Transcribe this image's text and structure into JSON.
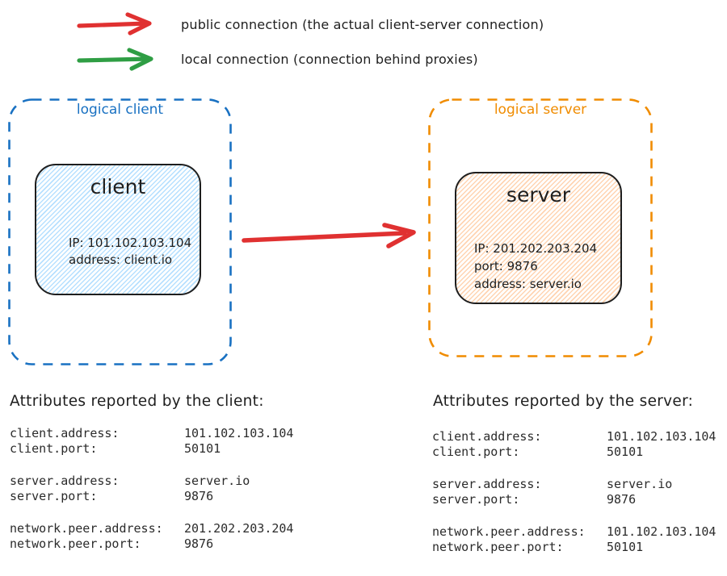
{
  "legend": {
    "items": [
      {
        "label": "public connection (the actual client-server connection)",
        "arrow_color": "#e03131"
      },
      {
        "label": "local connection (connection behind proxies)",
        "arrow_color": "#2f9e44"
      }
    ]
  },
  "diagram": {
    "logical_client": {
      "label": "logical client",
      "border_color": "#1971c2",
      "node": {
        "title": "client",
        "fill_color": "#a5d8ff",
        "lines": {
          "0": "IP: 101.102.103.104",
          "1": "address: client.io"
        }
      }
    },
    "logical_server": {
      "label": "logical server",
      "border_color": "#f08c00",
      "node": {
        "title": "server",
        "fill_color": "#ffd8a8",
        "lines": {
          "0": "IP: 201.202.203.204",
          "1": "port: 9876",
          "2": "address: server.io"
        }
      }
    },
    "connection": {
      "type": "public",
      "arrow_color": "#e03131"
    }
  },
  "attributes_client": {
    "heading": "Attributes reported by the client:",
    "groups": [
      {
        "rows": [
          {
            "label": "client.address:",
            "value": "101.102.103.104"
          },
          {
            "label": "client.port:",
            "value": "50101"
          }
        ]
      },
      {
        "rows": [
          {
            "label": "server.address:",
            "value": "server.io"
          },
          {
            "label": "server.port:",
            "value": "9876"
          }
        ]
      },
      {
        "rows": [
          {
            "label": "network.peer.address:",
            "value": "201.202.203.204"
          },
          {
            "label": "network.peer.port:",
            "value": "9876"
          }
        ]
      }
    ]
  },
  "attributes_server": {
    "heading": "Attributes reported by the server:",
    "groups": [
      {
        "rows": [
          {
            "label": "client.address:",
            "value": "101.102.103.104"
          },
          {
            "label": "client.port:",
            "value": "50101"
          }
        ]
      },
      {
        "rows": [
          {
            "label": "server.address:",
            "value": "server.io"
          },
          {
            "label": "server.port:",
            "value": "9876"
          }
        ]
      },
      {
        "rows": [
          {
            "label": "network.peer.address:",
            "value": "101.102.103.104"
          },
          {
            "label": "network.peer.port:",
            "value": "50101"
          }
        ]
      }
    ]
  }
}
